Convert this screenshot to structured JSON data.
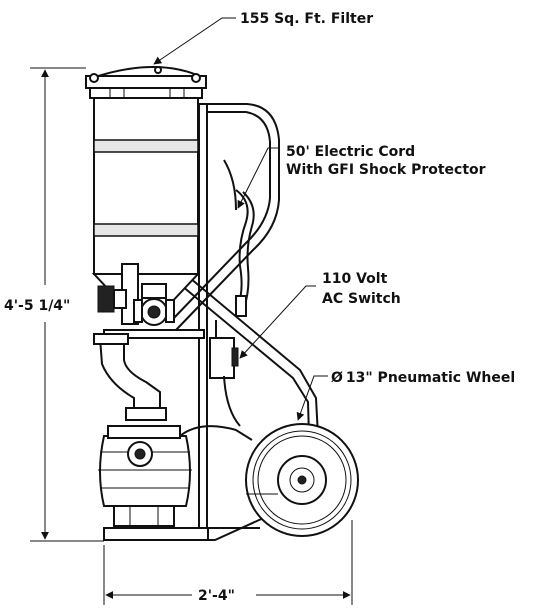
{
  "labels": {
    "filter": "155 Sq. Ft. Filter",
    "cord_line1": "50' Electric Cord",
    "cord_line2": "With GFI Shock Protector",
    "switch_line1": "110 Volt",
    "switch_line2": "AC Switch",
    "wheel": "13\" Pneumatic Wheel",
    "wheel_symbol": "Ø"
  },
  "dimensions": {
    "height": "4'-5 1/4\"",
    "width": "2'-4\""
  },
  "colors": {
    "line": "#111111",
    "background": "#ffffff",
    "shade": "#e6e6e6"
  }
}
